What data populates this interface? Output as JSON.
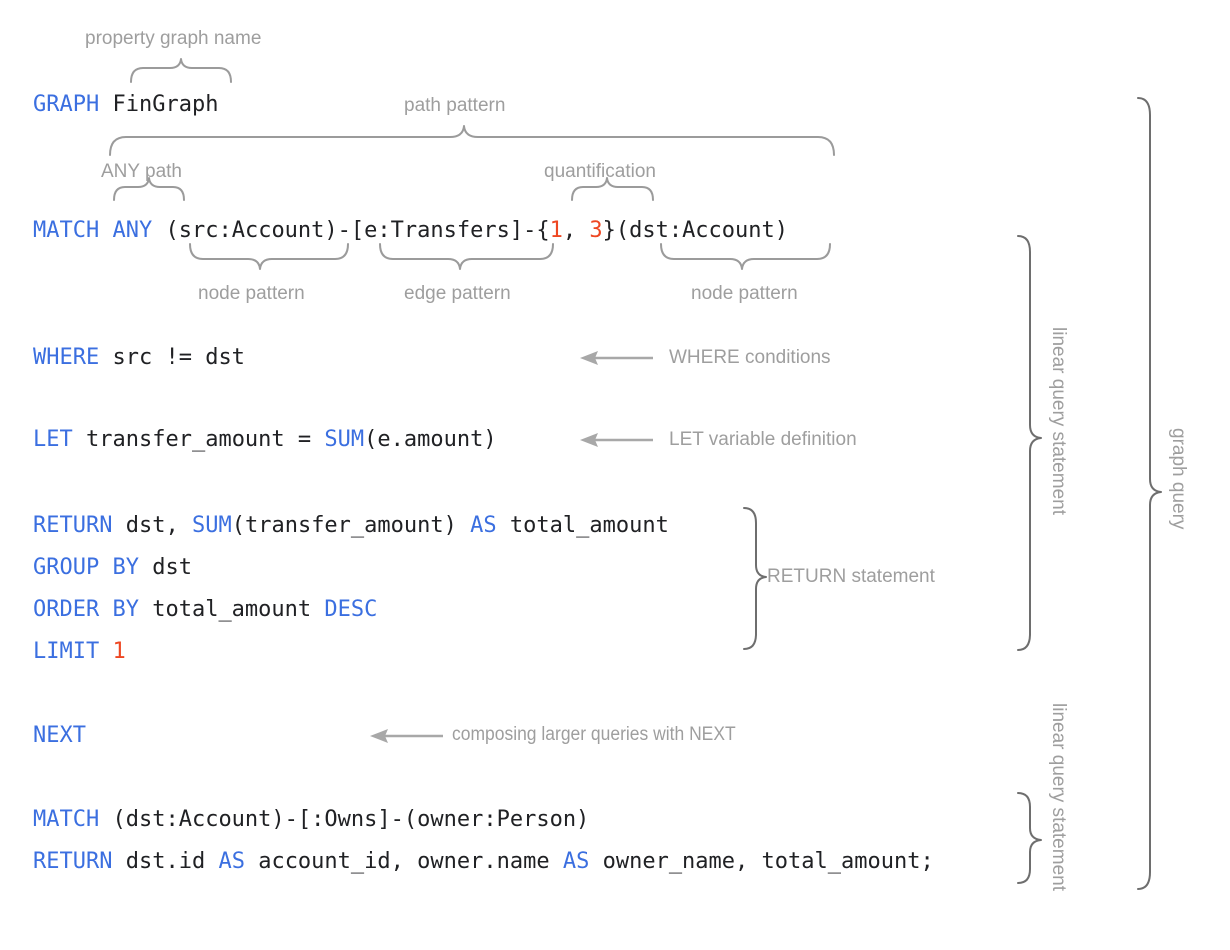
{
  "diagram": {
    "title": "GQL graph query annotated syntax diagram",
    "accent_keyword_color": "#3b6fe0",
    "accent_number_color": "#ee4722",
    "annotation_color": "#9e9e9e",
    "code_color": "#202124"
  },
  "code_lines": [
    {
      "id": "graph",
      "tokens": [
        {
          "text": "GRAPH",
          "type": "keyword"
        },
        {
          "text": " FinGraph",
          "type": "plain"
        }
      ]
    },
    {
      "id": "match1",
      "tokens": [
        {
          "text": "MATCH",
          "type": "keyword"
        },
        {
          "text": " ",
          "type": "plain"
        },
        {
          "text": "ANY",
          "type": "keyword"
        },
        {
          "text": " (src:Account)-[e:Transfers]-{",
          "type": "plain"
        },
        {
          "text": "1",
          "type": "number"
        },
        {
          "text": ", ",
          "type": "plain"
        },
        {
          "text": "3",
          "type": "number"
        },
        {
          "text": "}(dst:Account)",
          "type": "plain"
        }
      ]
    },
    {
      "id": "where",
      "tokens": [
        {
          "text": "WHERE",
          "type": "keyword"
        },
        {
          "text": " src != dst",
          "type": "plain"
        }
      ]
    },
    {
      "id": "let",
      "tokens": [
        {
          "text": "LET",
          "type": "keyword"
        },
        {
          "text": " transfer_amount = ",
          "type": "plain"
        },
        {
          "text": "SUM",
          "type": "keyword"
        },
        {
          "text": "(e.amount)",
          "type": "plain"
        }
      ]
    },
    {
      "id": "return1",
      "tokens": [
        {
          "text": "RETURN",
          "type": "keyword"
        },
        {
          "text": " dst, ",
          "type": "plain"
        },
        {
          "text": "SUM",
          "type": "keyword"
        },
        {
          "text": "(transfer_amount) ",
          "type": "plain"
        },
        {
          "text": "AS",
          "type": "keyword"
        },
        {
          "text": " total_amount",
          "type": "plain"
        }
      ]
    },
    {
      "id": "groupby",
      "tokens": [
        {
          "text": "GROUP BY",
          "type": "keyword"
        },
        {
          "text": " dst",
          "type": "plain"
        }
      ]
    },
    {
      "id": "orderby",
      "tokens": [
        {
          "text": "ORDER BY",
          "type": "keyword"
        },
        {
          "text": " total_amount ",
          "type": "plain"
        },
        {
          "text": "DESC",
          "type": "keyword"
        }
      ]
    },
    {
      "id": "limit",
      "tokens": [
        {
          "text": "LIMIT",
          "type": "keyword"
        },
        {
          "text": " ",
          "type": "plain"
        },
        {
          "text": "1",
          "type": "number"
        }
      ]
    },
    {
      "id": "next",
      "tokens": [
        {
          "text": "NEXT",
          "type": "keyword"
        }
      ]
    },
    {
      "id": "match2",
      "tokens": [
        {
          "text": "MATCH",
          "type": "keyword"
        },
        {
          "text": " (dst:Account)-[:Owns]-(owner:Person)",
          "type": "plain"
        }
      ]
    },
    {
      "id": "return2",
      "tokens": [
        {
          "text": "RETURN",
          "type": "keyword"
        },
        {
          "text": " dst.id ",
          "type": "plain"
        },
        {
          "text": "AS",
          "type": "keyword"
        },
        {
          "text": " account_id, owner.name ",
          "type": "plain"
        },
        {
          "text": "AS",
          "type": "keyword"
        },
        {
          "text": " owner_name, total_amount;",
          "type": "plain"
        }
      ]
    }
  ],
  "annotations": {
    "property_graph_name": "property graph name",
    "path_pattern": "path pattern",
    "any_path": "ANY path",
    "quantification": "quantification",
    "node_pattern_left": "node pattern",
    "edge_pattern": "edge pattern",
    "node_pattern_right": "node pattern",
    "where_conditions": "WHERE conditions",
    "let_variable_definition": "LET variable definition",
    "return_statement": "RETURN statement",
    "composing_with_next": "composing larger queries with NEXT",
    "linear_query_statement_1": "linear query statement",
    "linear_query_statement_2": "linear query statement",
    "graph_query": "graph query"
  }
}
